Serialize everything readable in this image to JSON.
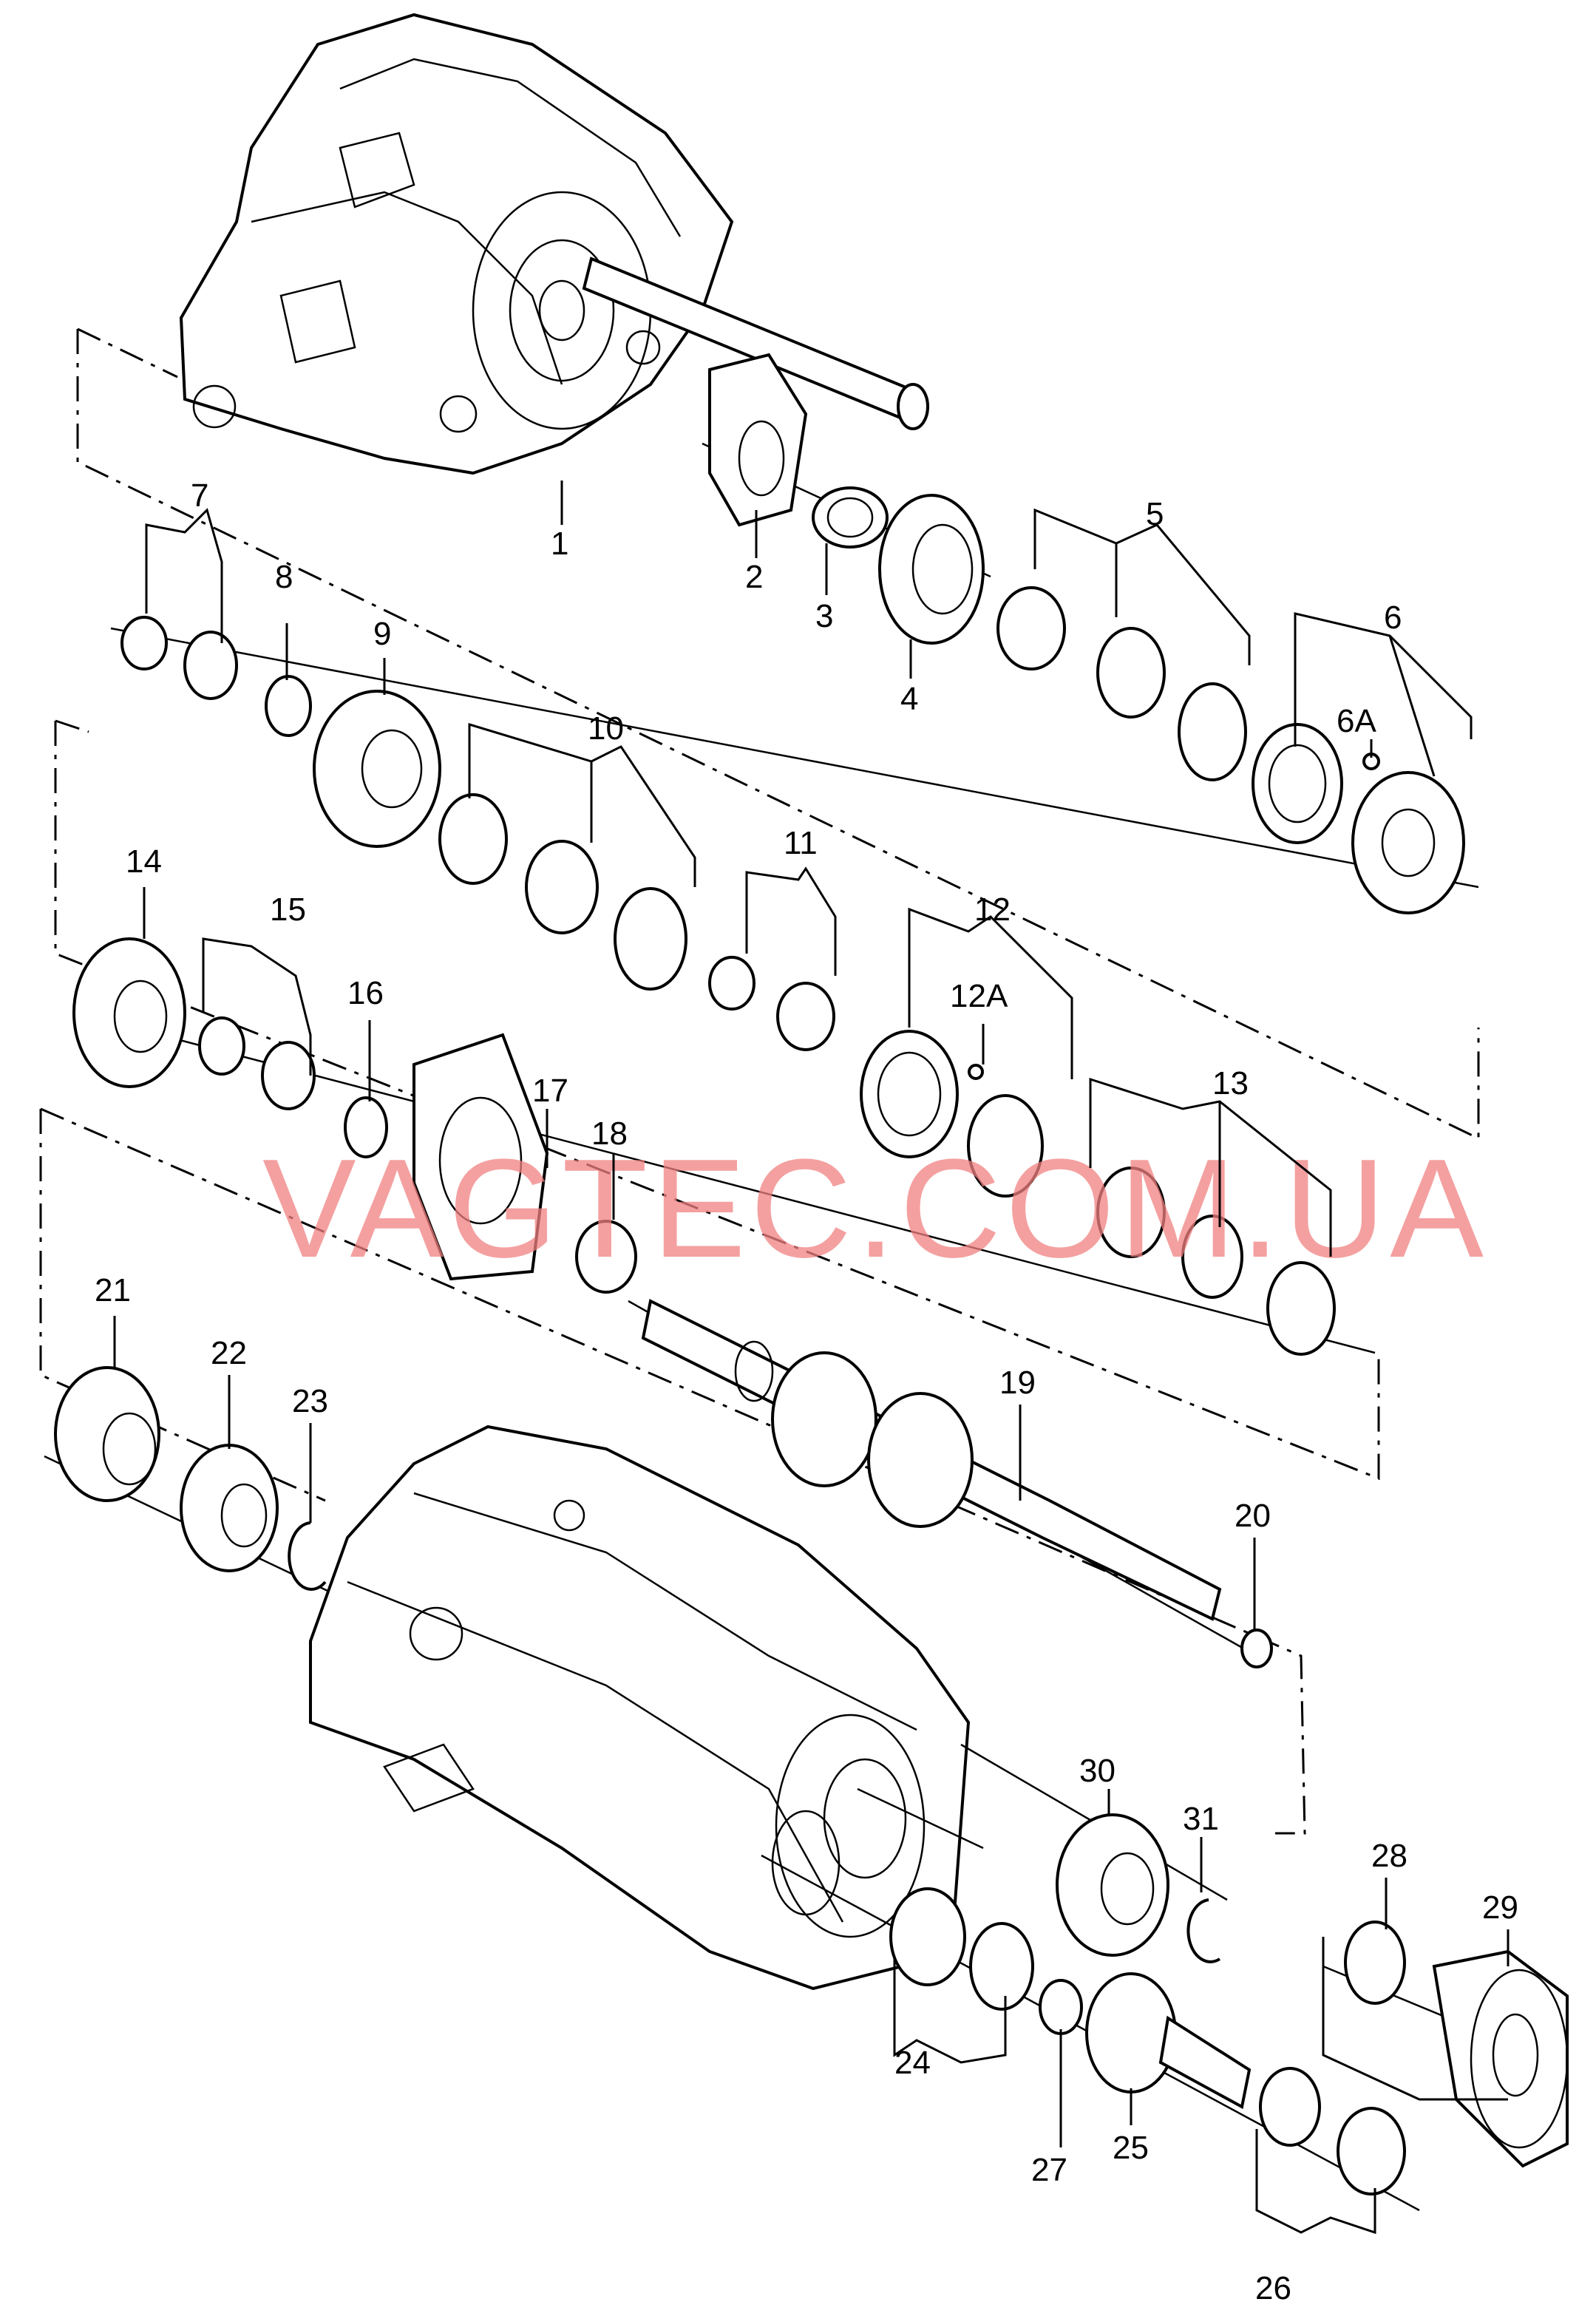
{
  "watermark": "VAGTEC.COM.UA",
  "callouts": {
    "c1": "1",
    "c2": "2",
    "c3": "3",
    "c4": "4",
    "c5": "5",
    "c6": "6",
    "c6a": "6A",
    "c7": "7",
    "c8": "8",
    "c9": "9",
    "c10": "10",
    "c11": "11",
    "c12": "12",
    "c12a": "12A",
    "c13": "13",
    "c14": "14",
    "c15": "15",
    "c16": "16",
    "c17": "17",
    "c18": "18",
    "c19": "19",
    "c20": "20",
    "c21": "21",
    "c22": "22",
    "c23": "23",
    "c24": "24",
    "c25": "25",
    "c26": "26",
    "c27": "27",
    "c28": "28",
    "c29": "29",
    "c30": "30",
    "c31": "31"
  }
}
